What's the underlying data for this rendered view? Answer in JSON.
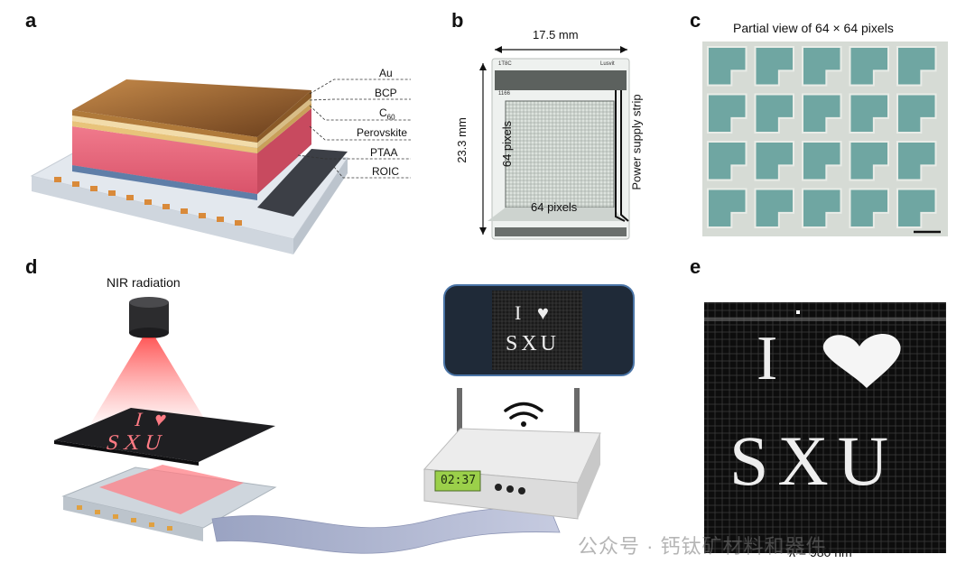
{
  "panels": {
    "a": {
      "letter": "a",
      "layers": [
        "Au",
        "BCP",
        "C",
        "Perovskite",
        "PTAA",
        "ROIC"
      ],
      "c60_subscript": "60"
    },
    "b": {
      "letter": "b",
      "width_label": "17.5 mm",
      "height_label": "23.3 mm",
      "pixels_vertical": "64 pixels",
      "pixels_horizontal": "64 pixels",
      "strip_label": "Power supply strip",
      "chip_mark_left": "1T8C",
      "chip_mark_right": "Lusvit",
      "chip_mark_inner": "1166"
    },
    "c": {
      "letter": "c",
      "title": "Partial view of 64 × 64 pixels"
    },
    "d": {
      "letter": "d",
      "source_label": "NIR radiation",
      "target_line1": "I ♥",
      "target_line2": "SXU",
      "phone_line1": "I ♥",
      "phone_line2": "SXU",
      "router_display": "02:37"
    },
    "e": {
      "letter": "e",
      "line1": "I",
      "line2": "SXU",
      "wavelength": "λ = 980 nm"
    }
  },
  "watermark": "公众号 · 钙钛矿材料和器件",
  "colors": {
    "gold": "#c98a3c",
    "perovskite": "#e05a6e",
    "ptaa": "#6f8db5",
    "pixel_fill": "#6fa6a2",
    "nir": "#e0303a"
  }
}
